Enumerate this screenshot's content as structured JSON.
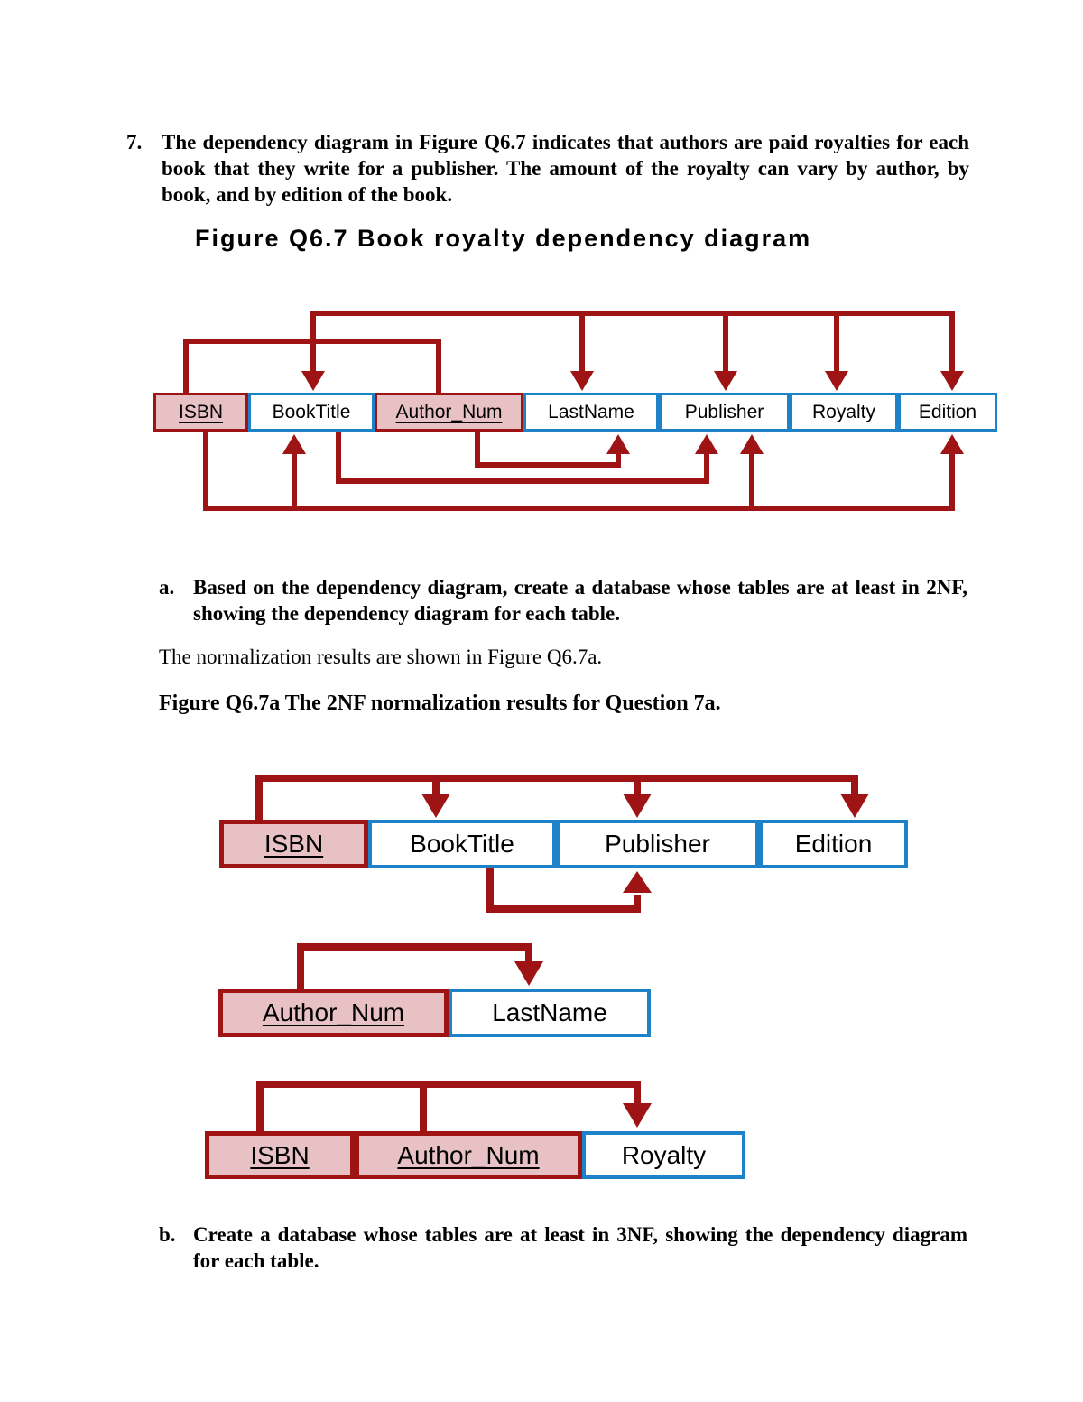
{
  "document": {
    "item_7": {
      "marker": "7.",
      "text": "The dependency diagram in Figure Q6.7 indicates that authors are paid royalties for each book that they write for a publisher.  The amount of the royalty can vary by author, by book, and by edition of the book."
    },
    "figure_q67_title": "Figure Q6.7 Book royalty dependency diagram",
    "item_a": {
      "marker": "a.",
      "text": "Based on the dependency diagram, create a database whose tables are at least in 2NF, showing the dependency diagram for each table."
    },
    "note": "The normalization results are shown in Figure Q6.7a.",
    "figure_q67a_title": "Figure Q6.7a The 2NF normalization results for Question 7a.",
    "item_b": {
      "marker": "b.",
      "text": "Create a database whose tables are at least in 3NF, showing the dependency diagram for each table."
    }
  },
  "colors": {
    "dependency_line_red": "#9e1414",
    "key_attribute_fill_pink": "#e8c1c5",
    "key_attribute_border_red": "#9e1414",
    "attribute_border_blue": "#1e82c8",
    "attribute_fill_white": "#ffffff",
    "text_black": "#000000"
  },
  "diagram_q67": {
    "attributes": [
      {
        "label": "ISBN",
        "key": true
      },
      {
        "label": "BookTitle",
        "key": false
      },
      {
        "label": "Author_Num",
        "key": true
      },
      {
        "label": "LastName",
        "key": false
      },
      {
        "label": "Publisher",
        "key": false
      },
      {
        "label": "Royalty",
        "key": false
      },
      {
        "label": "Edition",
        "key": false
      }
    ],
    "dependencies": [
      {
        "determinant": [
          "ISBN",
          "Author_Num"
        ],
        "dependents": [
          "BookTitle",
          "LastName",
          "Publisher",
          "Royalty",
          "Edition"
        ]
      },
      {
        "determinant": [
          "Author_Num"
        ],
        "dependents": [
          "LastName"
        ]
      },
      {
        "determinant": [
          "BookTitle"
        ],
        "dependents": [
          "Publisher"
        ]
      },
      {
        "determinant": [
          "ISBN"
        ],
        "dependents": [
          "BookTitle",
          "Publisher",
          "Edition"
        ]
      }
    ]
  },
  "diagram_q67a": {
    "table1": {
      "attributes": [
        {
          "label": "ISBN",
          "key": true
        },
        {
          "label": "BookTitle",
          "key": false
        },
        {
          "label": "Publisher",
          "key": false
        },
        {
          "label": "Edition",
          "key": false
        }
      ],
      "dependencies": [
        {
          "determinant": [
            "ISBN"
          ],
          "dependents": [
            "BookTitle",
            "Publisher",
            "Edition"
          ]
        },
        {
          "determinant": [
            "BookTitle"
          ],
          "dependents": [
            "Publisher"
          ]
        }
      ]
    },
    "table2": {
      "attributes": [
        {
          "label": "Author_Num",
          "key": true
        },
        {
          "label": "LastName",
          "key": false
        }
      ],
      "dependencies": [
        {
          "determinant": [
            "Author_Num"
          ],
          "dependents": [
            "LastName"
          ]
        }
      ]
    },
    "table3": {
      "attributes": [
        {
          "label": "ISBN",
          "key": true
        },
        {
          "label": "Author_Num",
          "key": true
        },
        {
          "label": "Royalty",
          "key": false
        }
      ],
      "dependencies": [
        {
          "determinant": [
            "ISBN",
            "Author_Num"
          ],
          "dependents": [
            "Royalty"
          ]
        }
      ]
    }
  }
}
